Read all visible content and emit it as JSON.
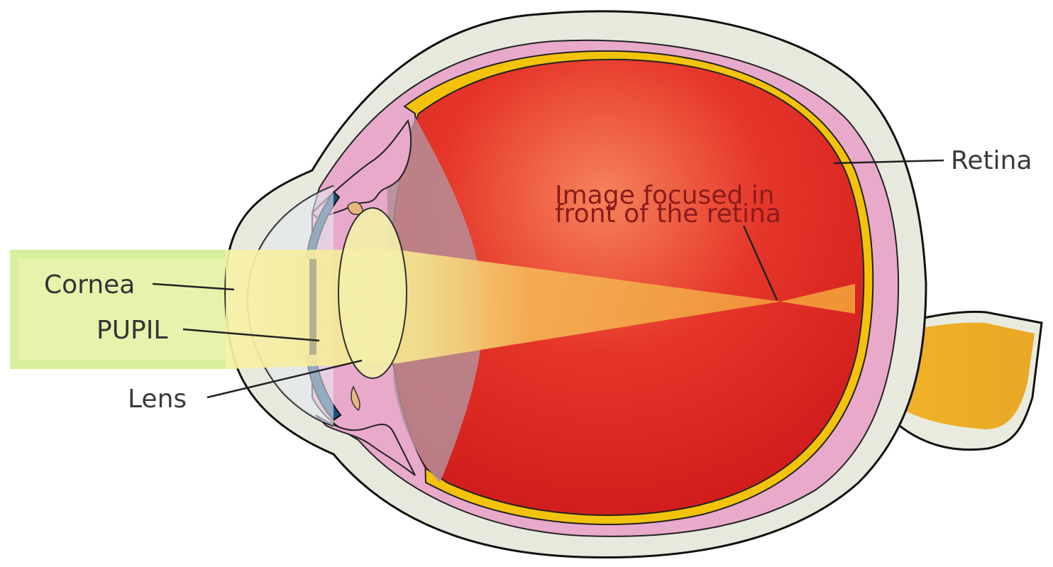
{
  "diagram": {
    "labels": {
      "retina": "Retina",
      "focus_line1": "Image focused in",
      "focus_line2": "front of the retina",
      "cornea": "Cornea",
      "pupil": "PUPIL",
      "lens": "Lens"
    },
    "colors": {
      "sclera": "#e6e8dc",
      "choroid": "#e6a6c8",
      "retina_layer": "#f5c400",
      "vitreous_red": "#e0241e",
      "vitreous_light": "#ef6a3e",
      "iris": "#1d4f7c",
      "light_beam": "#f6ef9a",
      "focus_beam": "#f5a64a",
      "optic_nerve": "#f0b42a",
      "label_box": "#e9f0a0"
    }
  }
}
